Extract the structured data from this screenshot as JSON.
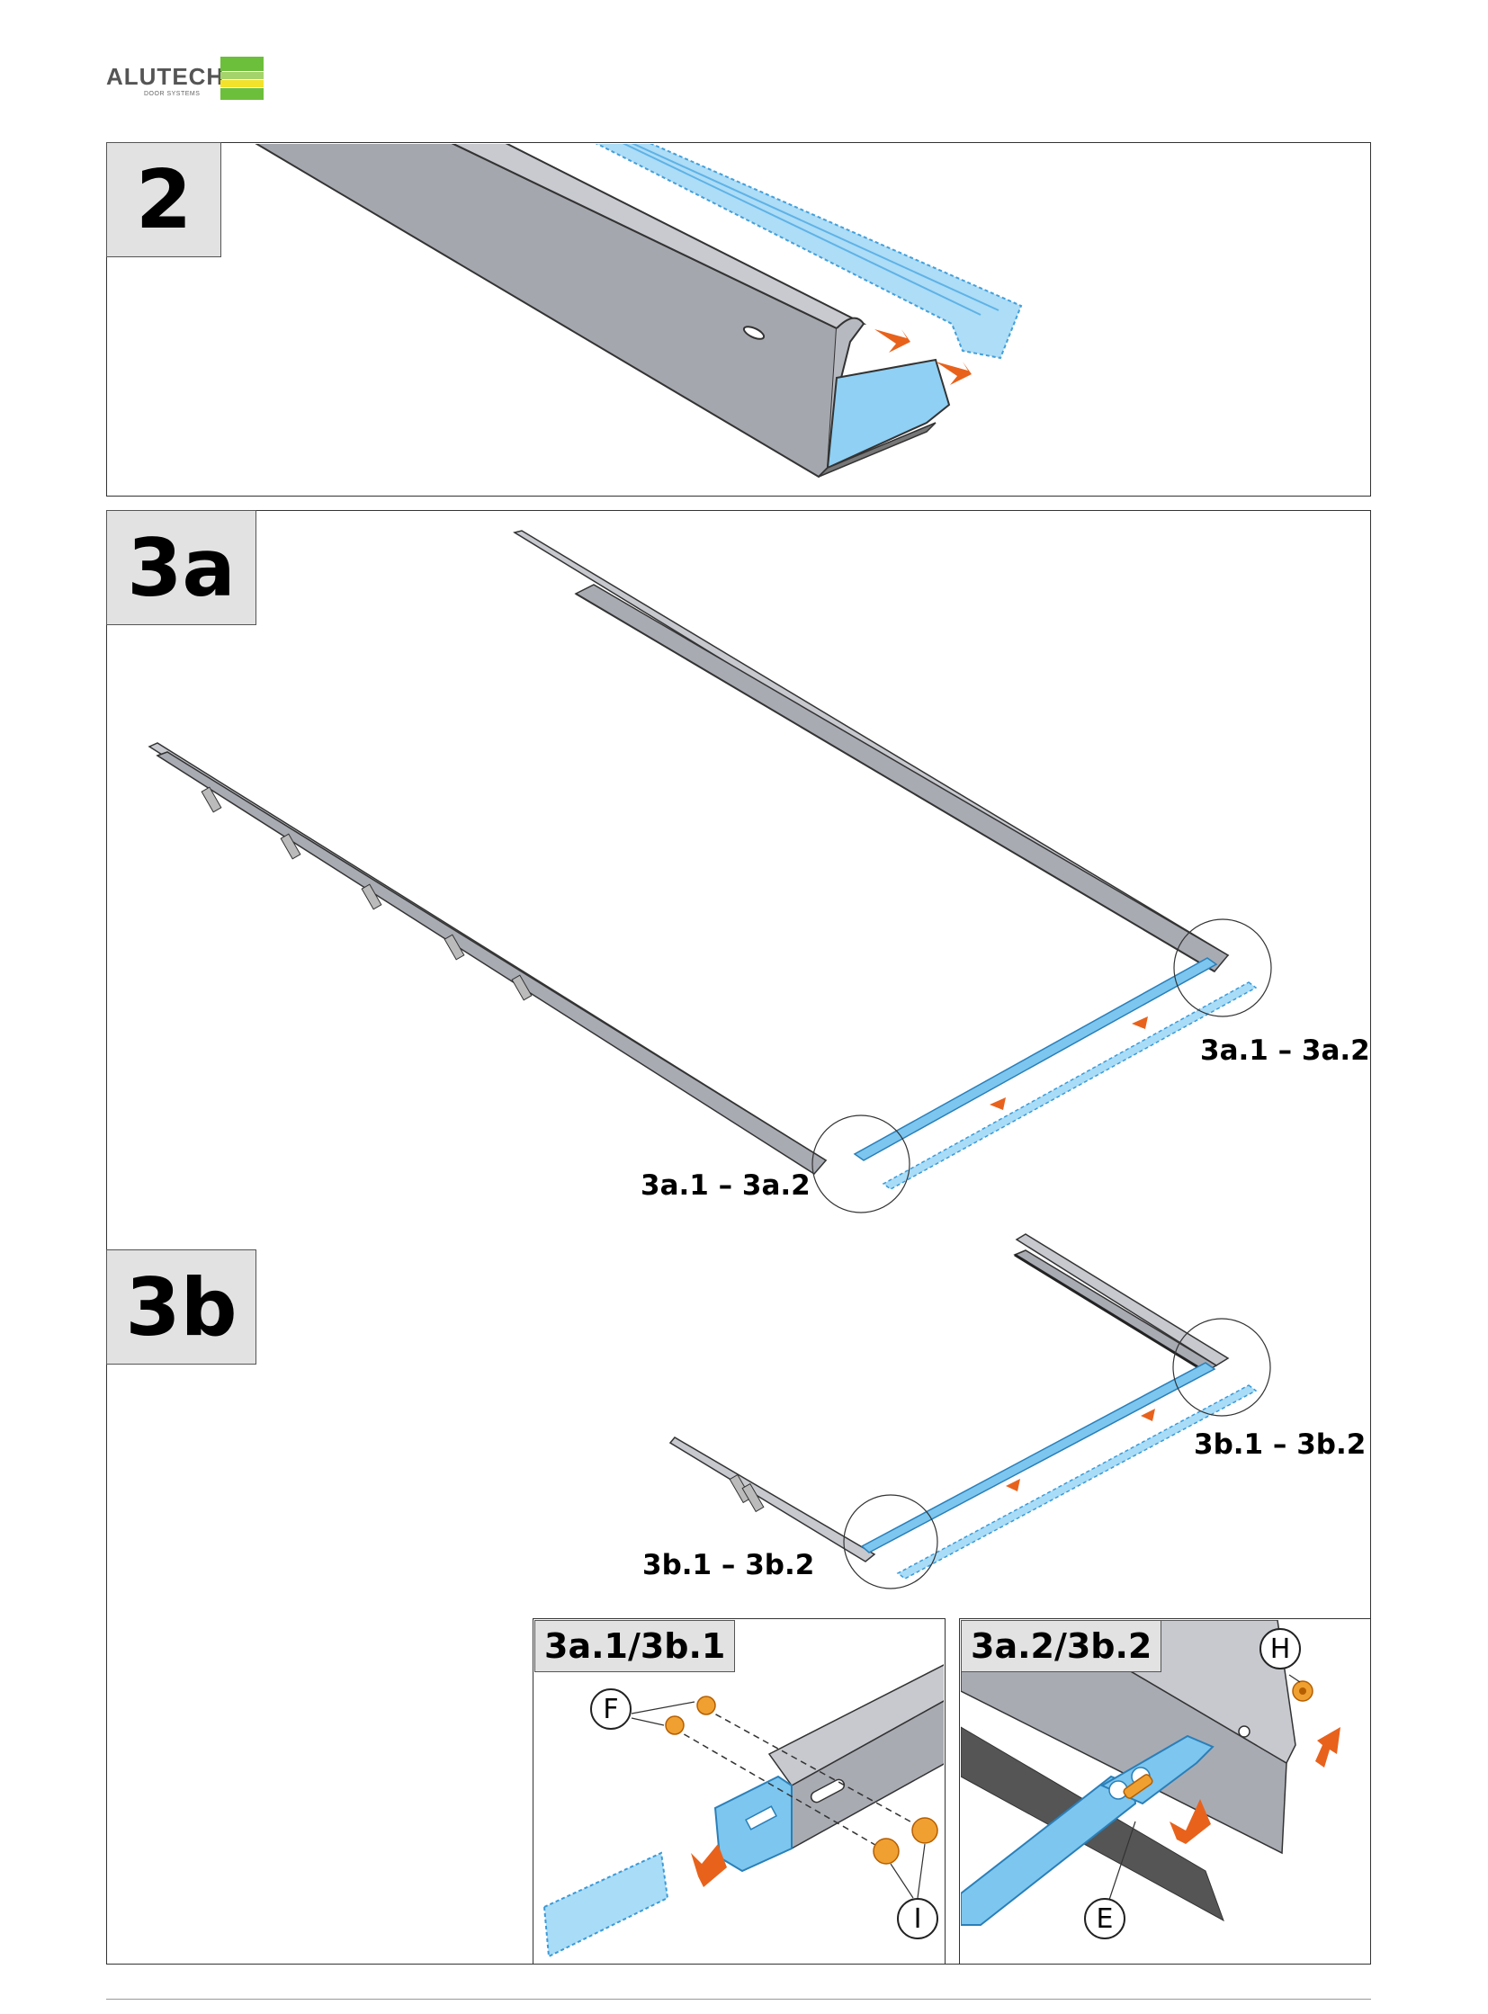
{
  "header": {
    "brand": "ALUTECH",
    "brand_sub": "DOOR SYSTEMS",
    "brand_colors": [
      "#6cbf3b",
      "#a5d36b",
      "#f2e22c"
    ]
  },
  "steps": {
    "step2": {
      "label": "2"
    },
    "step3a": {
      "label": "3a",
      "callouts": [
        "3a.1 – 3a.2",
        "3a.1 – 3a.2"
      ]
    },
    "step3b": {
      "label": "3b",
      "callouts": [
        "3b.1 – 3b.2",
        "3b.1 – 3b.2"
      ]
    },
    "detail1": {
      "title": "3a.1/3b.1",
      "labels": [
        "F",
        "I"
      ]
    },
    "detail2": {
      "title": "3a.2/3b.2",
      "labels": [
        "H",
        "E"
      ]
    }
  },
  "colors": {
    "profile_gray": "#a9abb3",
    "part_blue": "#7cc6ef",
    "arrow_orange": "#e8621c",
    "bolt_orange": "#f0a030"
  }
}
